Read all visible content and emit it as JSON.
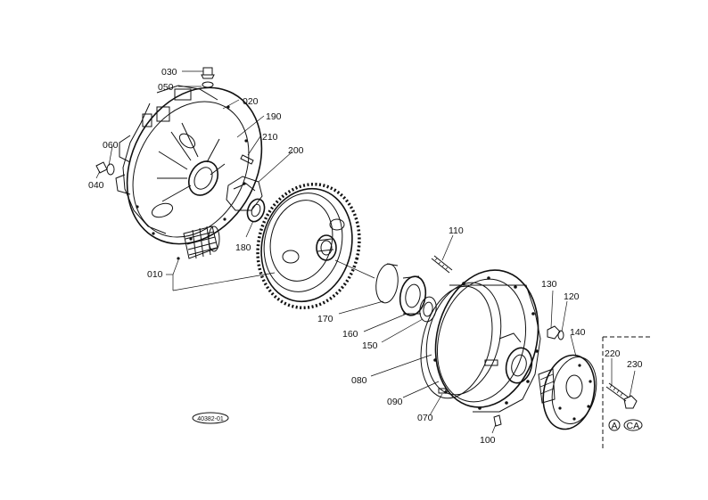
{
  "diagram": {
    "part_numbers": {
      "p030": "030",
      "p050": "050",
      "p020": "020",
      "p190": "190",
      "p210": "210",
      "p200": "200",
      "p060": "060",
      "p040": "040",
      "p180": "180",
      "p010": "010",
      "p110": "110",
      "p170": "170",
      "p160": "160",
      "p150": "150",
      "p130": "130",
      "p120": "120",
      "p140": "140",
      "p080": "080",
      "p090": "090",
      "p070": "070",
      "p100": "100",
      "p220": "220",
      "p230": "230"
    },
    "variant_a": "A",
    "variant_ca": "CA",
    "drawing_ref": "40382-01"
  }
}
